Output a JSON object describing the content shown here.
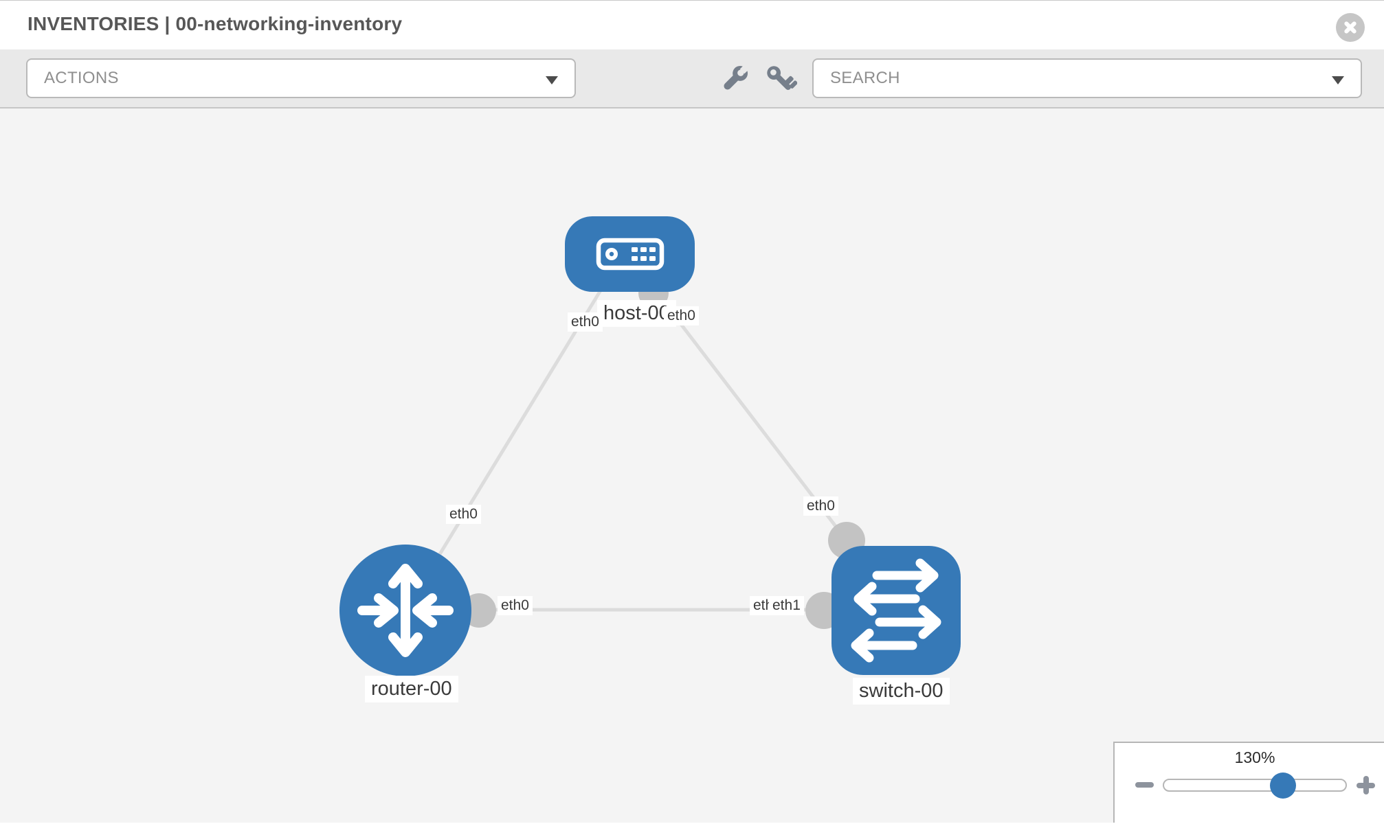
{
  "header": {
    "title": "INVENTORIES | 00-networking-inventory"
  },
  "toolbar": {
    "actions_label": "ACTIONS",
    "search_label": "SEARCH",
    "icons": {
      "left": "wrench-icon",
      "right": "key-icon"
    }
  },
  "topology": {
    "nodes": [
      {
        "id": "host-00",
        "type": "host",
        "label": "host-00"
      },
      {
        "id": "router-00",
        "type": "router",
        "label": "router-00"
      },
      {
        "id": "switch-00",
        "type": "switch",
        "label": "switch-00"
      }
    ],
    "links": [
      {
        "from": "host-00",
        "to": "router-00"
      },
      {
        "from": "host-00",
        "to": "switch-00"
      },
      {
        "from": "router-00",
        "to": "switch-00"
      }
    ],
    "interface_labels": {
      "host_left": "eth0",
      "host_right": "eth0",
      "router_top": "eth0",
      "switch_top": "eth0",
      "router_right": "eth0",
      "switch_left_under": "eth0",
      "switch_left_over": "eth1"
    }
  },
  "zoom_control": {
    "level": "130%"
  },
  "colors": {
    "node_blue": "#3679b7",
    "link_gray": "#dcdcdc",
    "connector_gray": "#c3c3c3",
    "toolbar_icon_gray": "#767f8b"
  }
}
